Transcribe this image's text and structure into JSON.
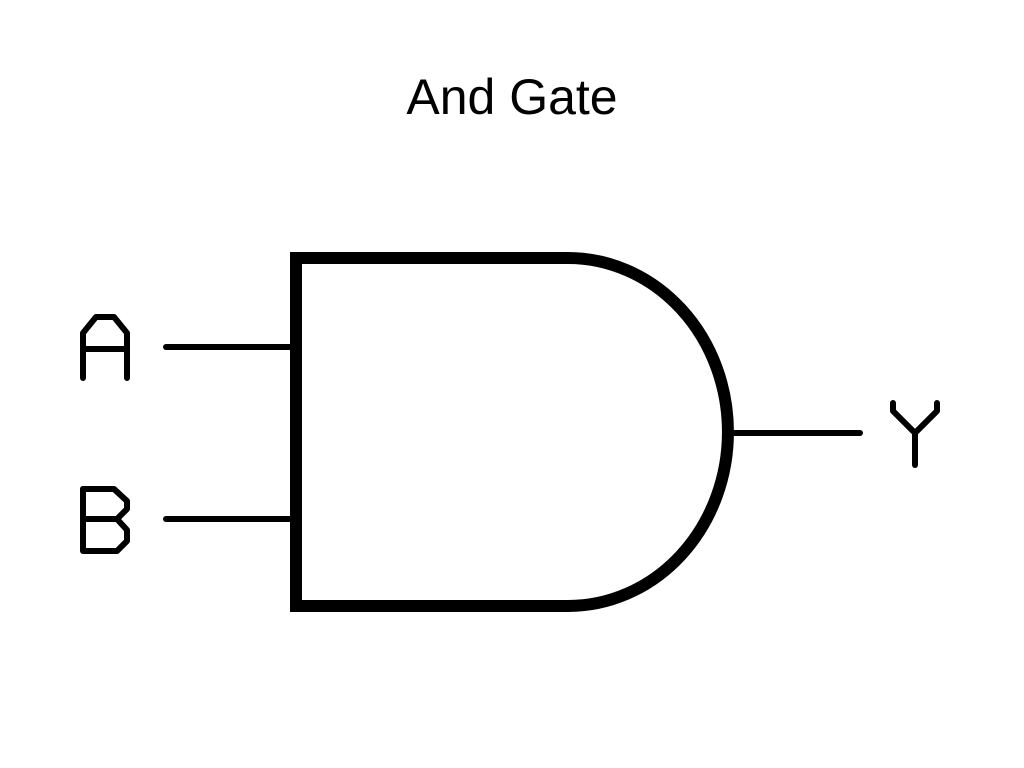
{
  "slide": {
    "title": "And Gate"
  },
  "gate": {
    "type": "AND",
    "inputs": [
      {
        "label": "A"
      },
      {
        "label": "B"
      }
    ],
    "output": {
      "label": "Y"
    }
  },
  "colors": {
    "background": "#ffffff",
    "stroke": "#000000"
  }
}
